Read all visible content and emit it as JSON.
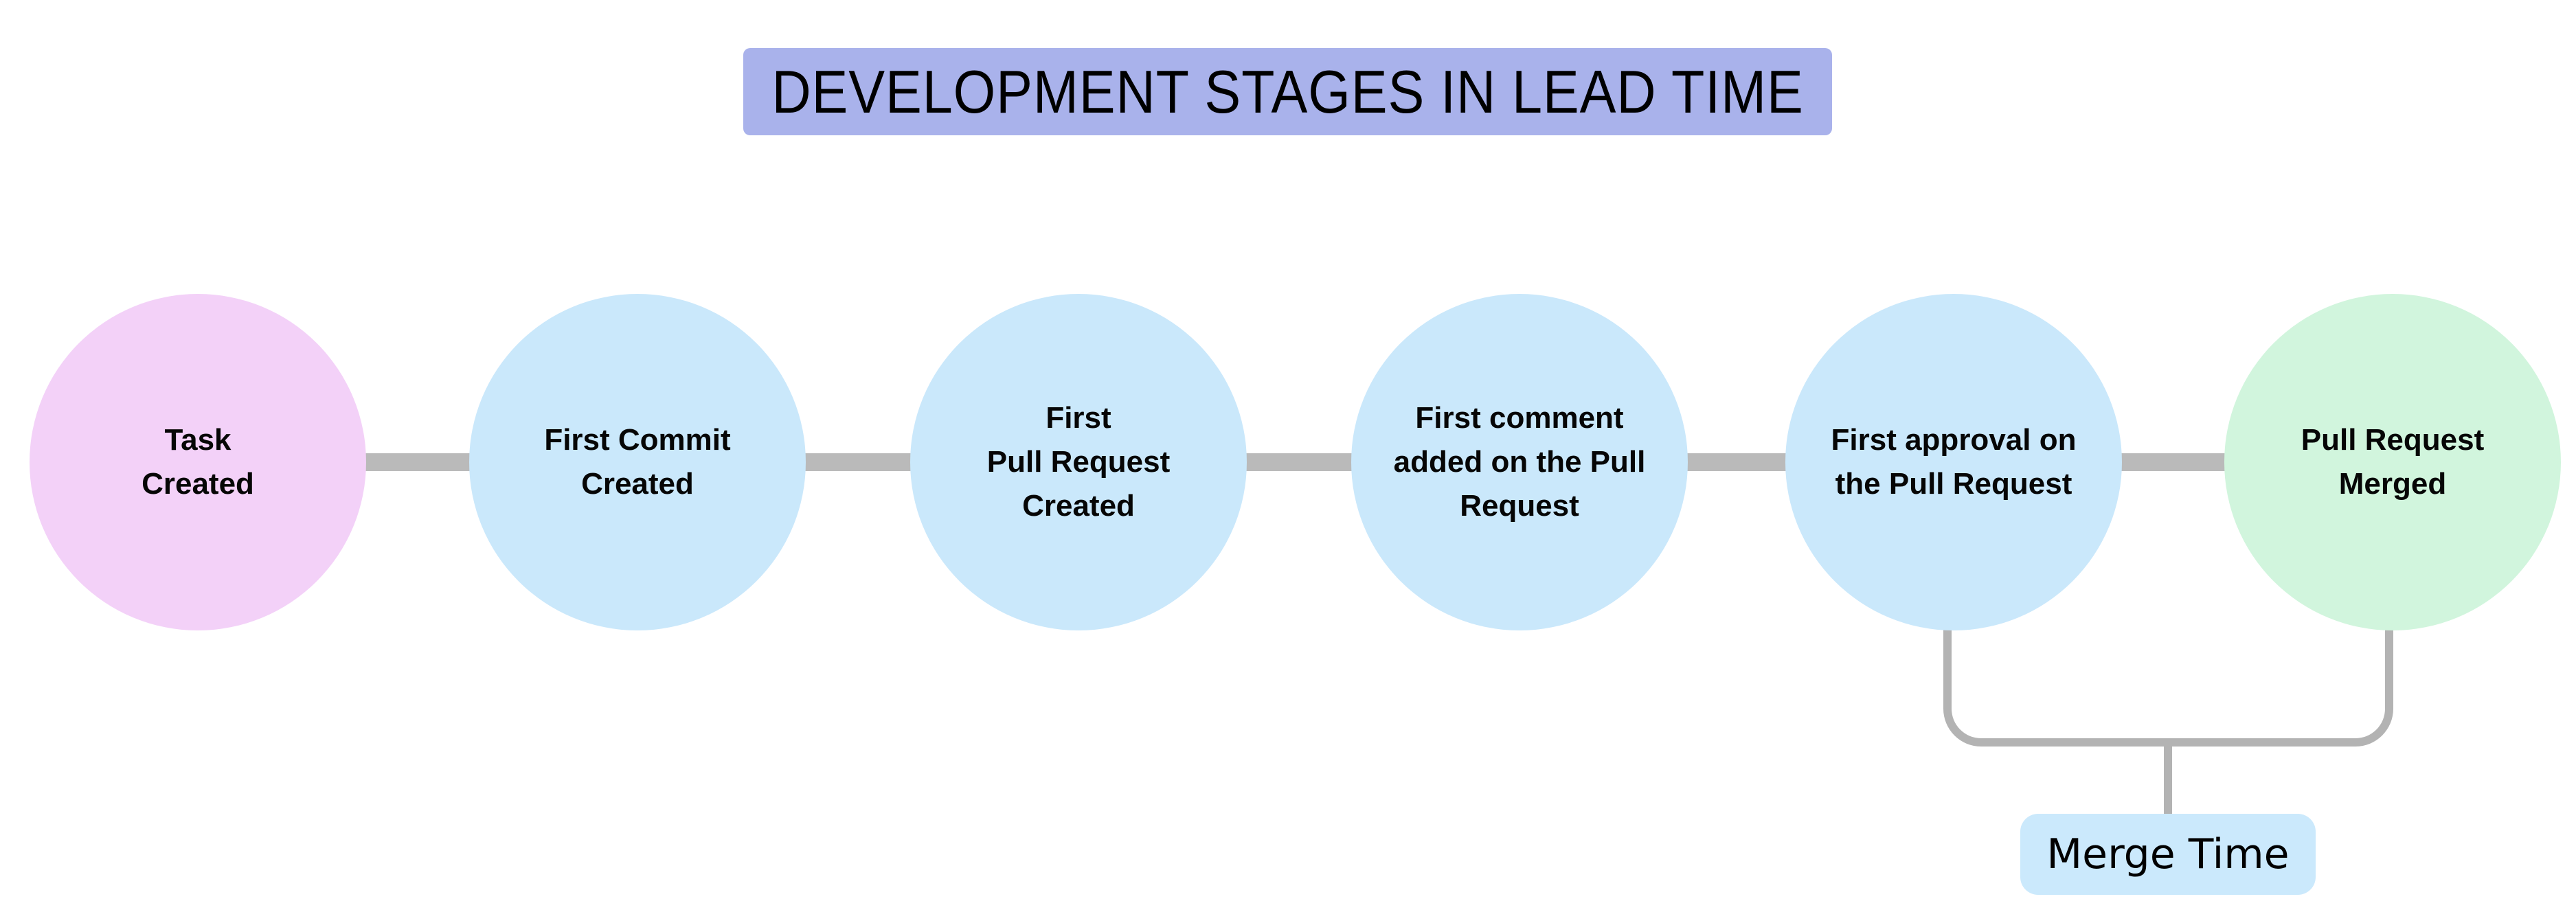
{
  "title": {
    "text": "DEVELOPMENT STAGES IN LEAD TIME",
    "bg": "#a9b2eb"
  },
  "stages": [
    {
      "label": "Task\nCreated",
      "color": "#f3d1f8"
    },
    {
      "label": "First Commit\nCreated",
      "color": "#cae8fb"
    },
    {
      "label": "First\nPull Request\nCreated",
      "color": "#cae8fb"
    },
    {
      "label": "First comment\nadded on the Pull\nRequest",
      "color": "#cae8fb"
    },
    {
      "label": "First approval on\nthe Pull Request",
      "color": "#cae8fb"
    },
    {
      "label": "Pull Request\nMerged",
      "color": "#d1f5dd"
    }
  ],
  "annotation": {
    "label": "Merge Time",
    "bg": "#cbe9fc"
  },
  "colors": {
    "connector": "#bababa",
    "bracket": "#b3b3b3",
    "text": "#000000"
  }
}
